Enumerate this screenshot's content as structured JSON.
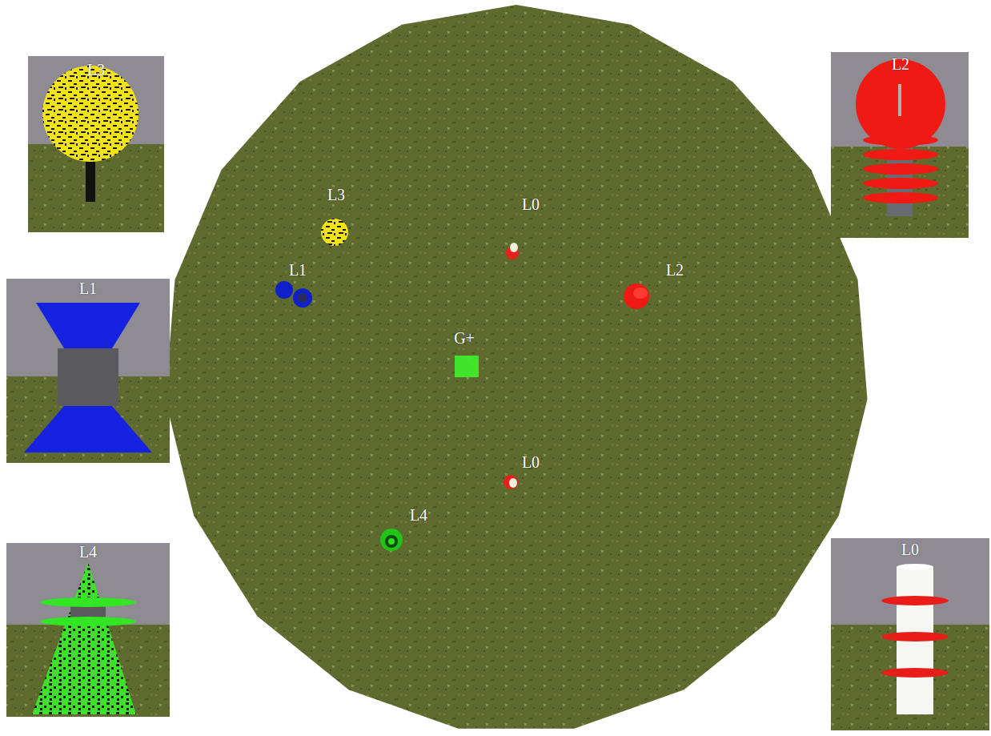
{
  "diagram": {
    "labels": [
      "L2",
      "L3",
      "L3",
      "L0",
      "L1",
      "L2",
      "L1",
      "G+",
      "L0",
      "L4",
      "L4",
      "L0"
    ]
  }
}
